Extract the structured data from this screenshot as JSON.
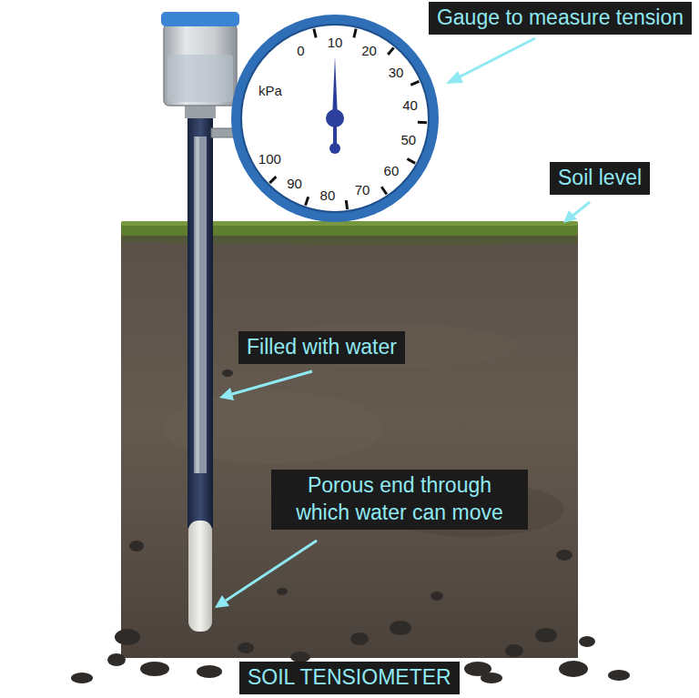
{
  "diagram": {
    "nodes": [
      {
        "text": [
          "Gauge to measure tension"
        ]
      },
      {
        "text": [
          "Soil level"
        ]
      },
      {
        "text": [
          "Filled with water"
        ]
      },
      {
        "text": [
          "Porous end through which water can move"
        ]
      },
      {
        "text": [
          "SOIL TENSIOMETER"
        ]
      }
    ],
    "labels": [
      "0",
      "10",
      "20",
      "30",
      "40",
      "50",
      "60",
      "70",
      "80",
      "90",
      "100",
      "kPa"
    ]
  }
}
